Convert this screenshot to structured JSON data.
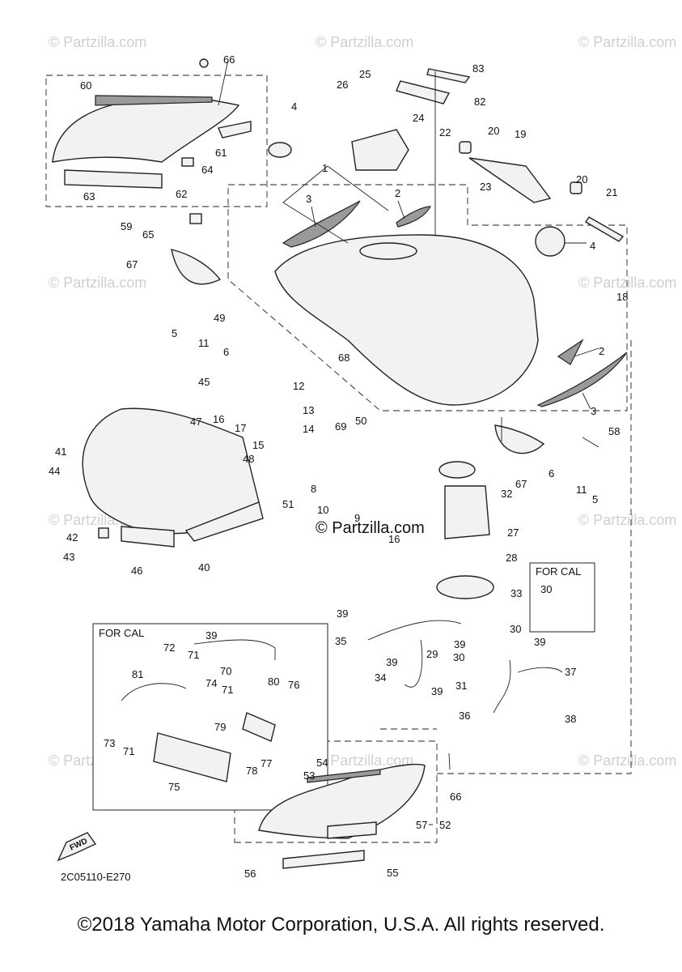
{
  "diagram": {
    "watermark": "© Partzilla.com",
    "center_watermark": "© Partzilla.com",
    "catalog_code": "2C05110-E270",
    "fwd_label": "FWD",
    "for_cal_top": "FOR CAL",
    "for_cal_box": "FOR CAL",
    "callouts": [
      "1",
      "2",
      "2",
      "3",
      "3",
      "4",
      "4",
      "5",
      "5",
      "6",
      "6",
      "8",
      "9",
      "10",
      "11",
      "11",
      "12",
      "13",
      "14",
      "15",
      "16",
      "16",
      "17",
      "18",
      "19",
      "20",
      "20",
      "21",
      "22",
      "23",
      "24",
      "25",
      "26",
      "27",
      "28",
      "29",
      "30",
      "30",
      "30",
      "31",
      "32",
      "33",
      "34",
      "35",
      "36",
      "37",
      "38",
      "39",
      "39",
      "39",
      "39",
      "39",
      "39",
      "40",
      "41",
      "42",
      "43",
      "44",
      "45",
      "46",
      "47",
      "48",
      "49",
      "50",
      "51",
      "52",
      "53",
      "54",
      "55",
      "56",
      "57",
      "58",
      "59",
      "60",
      "61",
      "62",
      "63",
      "64",
      "65",
      "66",
      "66",
      "67",
      "67",
      "68",
      "69",
      "70",
      "71",
      "71",
      "71",
      "72",
      "73",
      "74",
      "75",
      "76",
      "77",
      "78",
      "79",
      "80",
      "81",
      "82",
      "83"
    ]
  },
  "copyright": "©2018 Yamaha Motor Corporation, U.S.A. All rights reserved."
}
